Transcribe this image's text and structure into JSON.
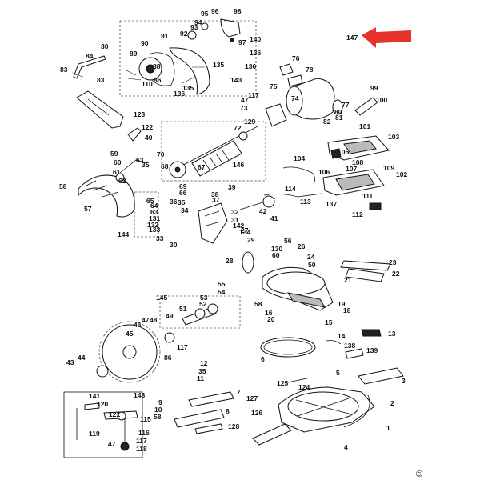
{
  "diagram": {
    "arrow_color": "#e8322c",
    "copyright": "©",
    "callouts": [
      [
        "98",
        292,
        17
      ],
      [
        "95",
        251,
        20
      ],
      [
        "96",
        264,
        17
      ],
      [
        "94",
        243,
        31
      ],
      [
        "93",
        238,
        37
      ],
      [
        "92",
        225,
        45
      ],
      [
        "91",
        201,
        48
      ],
      [
        "97",
        298,
        56
      ],
      [
        "140",
        312,
        52
      ],
      [
        "147",
        433,
        50
      ],
      [
        "30",
        126,
        61
      ],
      [
        "90",
        176,
        57
      ],
      [
        "89",
        162,
        70
      ],
      [
        "84",
        107,
        73
      ],
      [
        "76",
        365,
        76
      ],
      [
        "136",
        312,
        69
      ],
      [
        "78",
        382,
        90
      ],
      [
        "83",
        75,
        90
      ],
      [
        "88",
        191,
        86
      ],
      [
        "135",
        266,
        84
      ],
      [
        "136",
        306,
        86
      ],
      [
        "83",
        121,
        103
      ],
      [
        "110",
        177,
        108
      ],
      [
        "86",
        192,
        103
      ],
      [
        "143",
        288,
        103
      ],
      [
        "135",
        228,
        113
      ],
      [
        "75",
        337,
        111
      ],
      [
        "99",
        463,
        113
      ],
      [
        "74",
        364,
        126
      ],
      [
        "117",
        310,
        122
      ],
      [
        "100",
        470,
        128
      ],
      [
        "47",
        301,
        128
      ],
      [
        "136",
        217,
        120
      ],
      [
        "73",
        300,
        138
      ],
      [
        "77",
        427,
        134
      ],
      [
        "80",
        418,
        143
      ],
      [
        "123",
        167,
        146
      ],
      [
        "82",
        404,
        155
      ],
      [
        "81",
        419,
        150
      ],
      [
        "129",
        305,
        155
      ],
      [
        "72",
        292,
        163
      ],
      [
        "101",
        449,
        161
      ],
      [
        "122",
        177,
        162
      ],
      [
        "40",
        181,
        175
      ],
      [
        "103",
        485,
        174
      ],
      [
        "105",
        422,
        193
      ],
      [
        "104",
        367,
        201
      ],
      [
        "70",
        196,
        196
      ],
      [
        "59",
        138,
        195
      ],
      [
        "60",
        142,
        206
      ],
      [
        "63",
        170,
        203
      ],
      [
        "35",
        177,
        209
      ],
      [
        "61",
        141,
        218
      ],
      [
        "67",
        247,
        212
      ],
      [
        "146",
        291,
        209
      ],
      [
        "108",
        440,
        206
      ],
      [
        "107",
        432,
        214
      ],
      [
        "109",
        479,
        213
      ],
      [
        "106",
        398,
        218
      ],
      [
        "102",
        495,
        221
      ],
      [
        "68",
        201,
        211
      ],
      [
        "62",
        148,
        229
      ],
      [
        "69",
        224,
        236
      ],
      [
        "66",
        224,
        244
      ],
      [
        "39",
        285,
        237
      ],
      [
        "38",
        264,
        246
      ],
      [
        "114",
        356,
        239
      ],
      [
        "65",
        183,
        254
      ],
      [
        "36",
        212,
        255
      ],
      [
        "35",
        222,
        256
      ],
      [
        "64",
        188,
        260
      ],
      [
        "37",
        265,
        253
      ],
      [
        "111",
        453,
        248
      ],
      [
        "58",
        74,
        236
      ],
      [
        "57",
        105,
        264
      ],
      [
        "34",
        226,
        266
      ],
      [
        "32",
        289,
        268
      ],
      [
        "42",
        324,
        267
      ],
      [
        "137",
        407,
        258
      ],
      [
        "113",
        375,
        255
      ],
      [
        "63",
        188,
        268
      ],
      [
        "131",
        186,
        276
      ],
      [
        "132",
        184,
        284
      ],
      [
        "31",
        289,
        278
      ],
      [
        "41",
        338,
        276
      ],
      [
        "112",
        440,
        271
      ],
      [
        "133",
        186,
        290
      ],
      [
        "144",
        147,
        296
      ],
      [
        "33",
        195,
        301
      ],
      [
        "142",
        291,
        285
      ],
      [
        "134",
        299,
        293
      ],
      [
        "27",
        301,
        291
      ],
      [
        "30",
        212,
        309
      ],
      [
        "29",
        309,
        303
      ],
      [
        "56",
        355,
        304
      ],
      [
        "26",
        372,
        311
      ],
      [
        "130",
        339,
        314
      ],
      [
        "60",
        340,
        322
      ],
      [
        "24",
        384,
        324
      ],
      [
        "28",
        282,
        329
      ],
      [
        "23",
        486,
        331
      ],
      [
        "50",
        385,
        334
      ],
      [
        "22",
        490,
        345
      ],
      [
        "21",
        430,
        353
      ],
      [
        "55",
        272,
        358
      ],
      [
        "145",
        195,
        375
      ],
      [
        "54",
        272,
        368
      ],
      [
        "53",
        250,
        375
      ],
      [
        "52",
        249,
        383
      ],
      [
        "58",
        318,
        383
      ],
      [
        "16",
        331,
        394
      ],
      [
        "51",
        224,
        389
      ],
      [
        "19",
        422,
        383
      ],
      [
        "18",
        429,
        391
      ],
      [
        "20",
        334,
        402
      ],
      [
        "49",
        207,
        398
      ],
      [
        "47",
        177,
        403
      ],
      [
        "48",
        187,
        403
      ],
      [
        "46",
        167,
        409
      ],
      [
        "15",
        406,
        406
      ],
      [
        "45",
        157,
        420
      ],
      [
        "14",
        422,
        423
      ],
      [
        "13",
        485,
        420
      ],
      [
        "117",
        221,
        437
      ],
      [
        "138",
        430,
        435
      ],
      [
        "139",
        458,
        441
      ],
      [
        "86",
        205,
        450
      ],
      [
        "6",
        326,
        452
      ],
      [
        "12",
        250,
        457
      ],
      [
        "44",
        97,
        450
      ],
      [
        "43",
        83,
        456
      ],
      [
        "35",
        248,
        467
      ],
      [
        "5",
        420,
        469
      ],
      [
        "3",
        502,
        479
      ],
      [
        "11",
        246,
        476
      ],
      [
        "125",
        346,
        482
      ],
      [
        "148",
        167,
        497
      ],
      [
        "141",
        111,
        498
      ],
      [
        "7",
        296,
        493
      ],
      [
        "124",
        373,
        487
      ],
      [
        "127",
        308,
        501
      ],
      [
        "2",
        488,
        507
      ],
      [
        "9",
        198,
        506
      ],
      [
        "10",
        193,
        515
      ],
      [
        "120",
        121,
        508
      ],
      [
        "58",
        192,
        524
      ],
      [
        "121",
        136,
        521
      ],
      [
        "115",
        175,
        527
      ],
      [
        "126",
        314,
        519
      ],
      [
        "8",
        282,
        517
      ],
      [
        "116",
        173,
        544
      ],
      [
        "119",
        111,
        545
      ],
      [
        "128",
        285,
        536
      ],
      [
        "1",
        483,
        538
      ],
      [
        "117",
        170,
        554
      ],
      [
        "47",
        135,
        558
      ],
      [
        "118",
        170,
        564
      ],
      [
        "4",
        430,
        562
      ]
    ]
  }
}
